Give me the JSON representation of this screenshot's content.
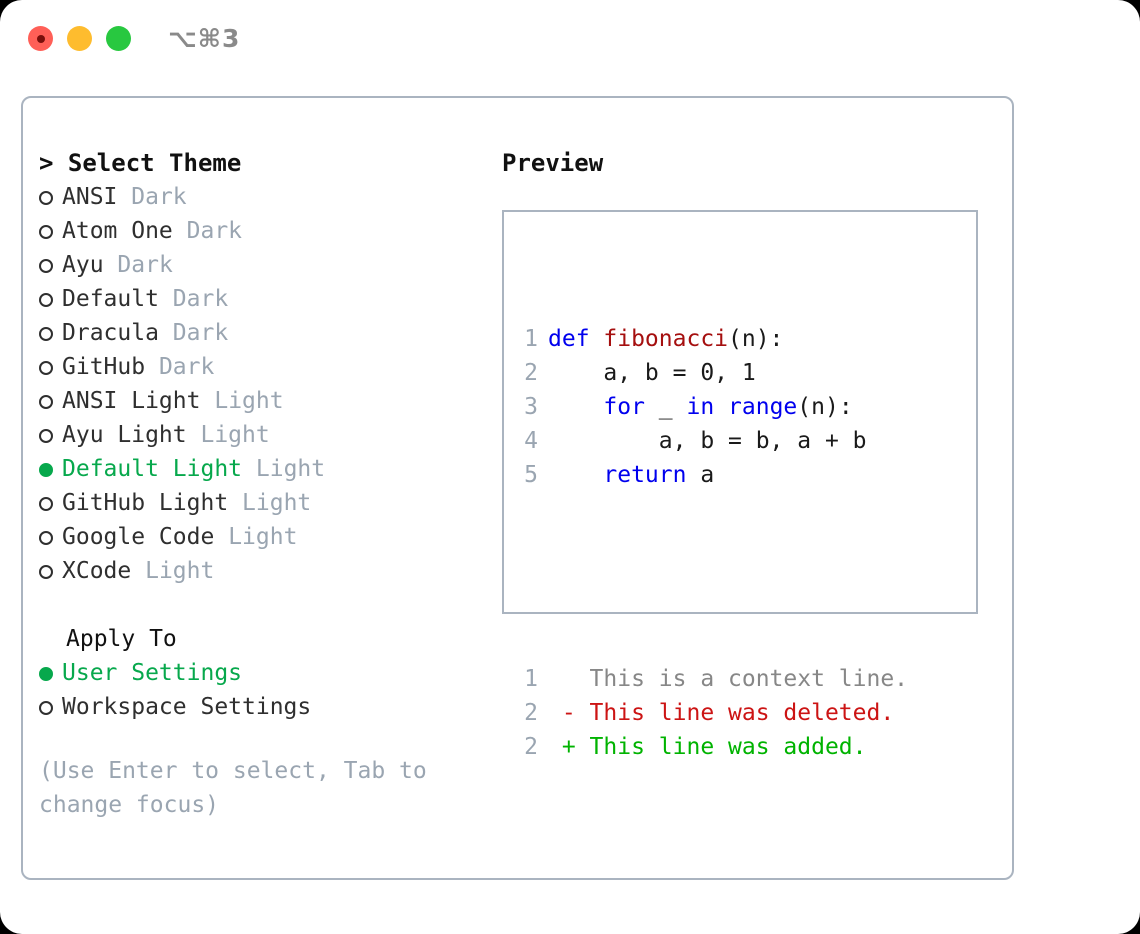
{
  "titlebar": {
    "shortcut": "⌥⌘3",
    "buttons": [
      {
        "name": "close",
        "color": "#ff5f57"
      },
      {
        "name": "minimize",
        "color": "#febc2e"
      },
      {
        "name": "maximize",
        "color": "#28c840"
      }
    ]
  },
  "theme_picker": {
    "header": "> Select Theme",
    "items": [
      {
        "marker": "○",
        "label": "ANSI",
        "tag": "Dark",
        "selected": false
      },
      {
        "marker": "○",
        "label": "Atom One",
        "tag": "Dark",
        "selected": false
      },
      {
        "marker": "○",
        "label": "Ayu",
        "tag": "Dark",
        "selected": false
      },
      {
        "marker": "○",
        "label": "Default",
        "tag": "Dark",
        "selected": false
      },
      {
        "marker": "○",
        "label": "Dracula",
        "tag": "Dark",
        "selected": false
      },
      {
        "marker": "○",
        "label": "GitHub",
        "tag": "Dark",
        "selected": false
      },
      {
        "marker": "○",
        "label": "ANSI Light",
        "tag": "Light",
        "selected": false
      },
      {
        "marker": "○",
        "label": "Ayu Light",
        "tag": "Light",
        "selected": false
      },
      {
        "marker": "●",
        "label": "Default Light",
        "tag": "Light",
        "selected": true
      },
      {
        "marker": "○",
        "label": "GitHub Light",
        "tag": "Light",
        "selected": false
      },
      {
        "marker": "○",
        "label": "Google Code",
        "tag": "Light",
        "selected": false
      },
      {
        "marker": "○",
        "label": "XCode",
        "tag": "Light",
        "selected": false
      }
    ]
  },
  "apply_to": {
    "title": "Apply To",
    "items": [
      {
        "marker": "●",
        "label": "User Settings",
        "selected": true
      },
      {
        "marker": "○",
        "label": "Workspace Settings",
        "selected": false
      }
    ]
  },
  "hint": "(Use Enter to select, Tab to change focus)",
  "preview": {
    "title": "Preview",
    "code_lines": [
      {
        "num": "1",
        "tokens": [
          {
            "t": "def ",
            "c": "kw"
          },
          {
            "t": "fibonacci",
            "c": "fn"
          },
          {
            "t": "(n):",
            "c": "plain"
          }
        ]
      },
      {
        "num": "2",
        "tokens": [
          {
            "t": "    a, b = 0, 1",
            "c": "plain"
          }
        ]
      },
      {
        "num": "3",
        "tokens": [
          {
            "t": "    ",
            "c": "plain"
          },
          {
            "t": "for",
            "c": "kw"
          },
          {
            "t": " _ ",
            "c": "plain"
          },
          {
            "t": "in",
            "c": "kw"
          },
          {
            "t": " ",
            "c": "plain"
          },
          {
            "t": "range",
            "c": "kw"
          },
          {
            "t": "(n):",
            "c": "plain"
          }
        ]
      },
      {
        "num": "4",
        "tokens": [
          {
            "t": "        a, b = b, a + b",
            "c": "plain"
          }
        ]
      },
      {
        "num": "5",
        "tokens": [
          {
            "t": "    ",
            "c": "plain"
          },
          {
            "t": "return",
            "c": "kw"
          },
          {
            "t": " a",
            "c": "plain"
          }
        ]
      }
    ],
    "diff_lines": [
      {
        "num": "1",
        "tokens": [
          {
            "t": "   This is a context line.",
            "c": "ctx"
          }
        ]
      },
      {
        "num": "2",
        "tokens": [
          {
            "t": " - This line was deleted.",
            "c": "del"
          }
        ]
      },
      {
        "num": "2",
        "tokens": [
          {
            "t": " + This line was added.",
            "c": "add"
          }
        ]
      }
    ]
  },
  "colors": {
    "accent_green": "#07a84c",
    "muted": "#9aa5b1",
    "keyword_blue": "#0000ee",
    "function_red": "#a50f0f",
    "diff_delete": "#cc1414",
    "diff_add": "#00b300",
    "border": "#aab4c0"
  }
}
